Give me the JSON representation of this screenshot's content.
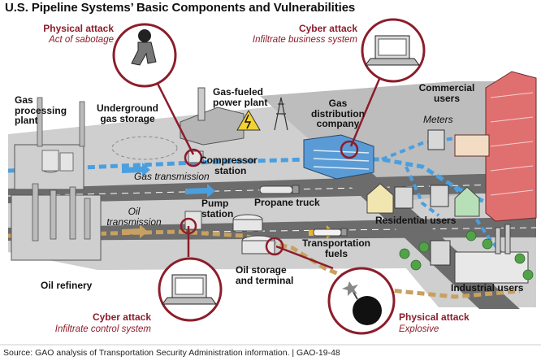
{
  "title": "U.S. Pipeline Systems’ Basic Components and Vulnerabilities",
  "labels": {
    "gas_processing_plant": [
      "Gas",
      "processing",
      "plant"
    ],
    "underground_gas_storage": [
      "Underground",
      "gas storage"
    ],
    "gas_fueled_power_plant": [
      "Gas-fueled",
      "power plant"
    ],
    "gas_distribution_company": [
      "Gas",
      "distribution",
      "company"
    ],
    "commercial_users": [
      "Commercial",
      "users"
    ],
    "meters": "Meters",
    "compressor_station": [
      "Compressor",
      "station"
    ],
    "gas_transmission": "Gas transmission",
    "pump_station": [
      "Pump",
      "station"
    ],
    "propane_truck": "Propane truck",
    "oil_transmission": [
      "Oil",
      "transmission"
    ],
    "residential_users": "Residential users",
    "transportation_fuels": [
      "Transportation",
      "fuels"
    ],
    "oil_storage_terminal": [
      "Oil storage",
      "and terminal"
    ],
    "oil_refinery": "Oil refinery",
    "industrial_users": "Industrial users"
  },
  "attacks": [
    {
      "heading": "Physical attack",
      "subtitle": "Act of sabotage"
    },
    {
      "heading": "Cyber attack",
      "subtitle": "Infiltrate business system"
    },
    {
      "heading": "Cyber attack",
      "subtitle": "Infiltrate control system"
    },
    {
      "heading": "Physical attack",
      "subtitle": "Explosive"
    }
  ],
  "source": "Source: GAO analysis of Transportation Security Administration information.  |  GAO-19-48",
  "colors": {
    "attack_red": "#8c1d2b",
    "gas_pipe": "#4a9fe0",
    "oil_pipe": "#c8a060",
    "ground": "#c8c8c8",
    "road": "#707070",
    "building_blue": "#5b9bd5",
    "tower_red": "#e07070"
  }
}
